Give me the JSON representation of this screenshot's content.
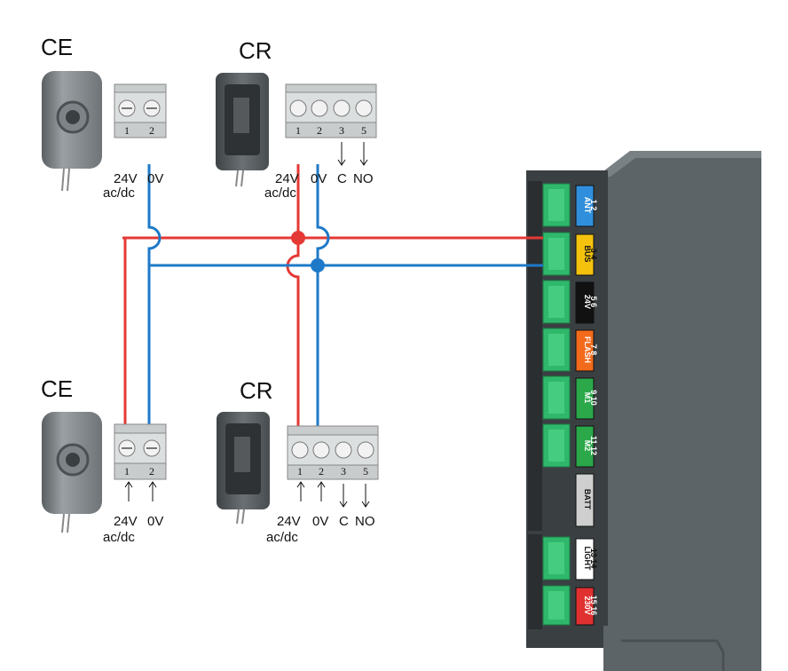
{
  "devices": {
    "ce_top": {
      "title": "CE",
      "terminals": [
        "1",
        "2"
      ],
      "signals": [
        "24V",
        "0V"
      ],
      "sub": "ac/dc"
    },
    "cr_top": {
      "title": "CR",
      "terminals": [
        "1",
        "2",
        "3",
        "5"
      ],
      "signals": [
        "24V",
        "0V",
        "C",
        "NO"
      ],
      "sub": "ac/dc"
    },
    "ce_bottom": {
      "title": "CE",
      "terminals": [
        "1",
        "2"
      ],
      "signals": [
        "24V",
        "0V"
      ],
      "sub": "ac/dc"
    },
    "cr_bottom": {
      "title": "CR",
      "terminals": [
        "1",
        "2",
        "3",
        "5"
      ],
      "signals": [
        "24V",
        "0V",
        "C",
        "NO"
      ],
      "sub": "ac/dc"
    }
  },
  "board": {
    "ports": [
      {
        "name": "ANT",
        "pins": "1 2",
        "color": "#2f8fdc",
        "text": "#ffffff"
      },
      {
        "name": "BUS",
        "pins": "3 4",
        "color": "#f4c20d",
        "text": "#111111"
      },
      {
        "name": "24V",
        "pins": "5 6",
        "color": "#111111",
        "text": "#ffffff"
      },
      {
        "name": "FLASH",
        "pins": "7 8",
        "color": "#f26a1b",
        "text": "#ffffff"
      },
      {
        "name": "M1",
        "pins": "9 10",
        "color": "#2aa84a",
        "text": "#ffffff"
      },
      {
        "name": "M2",
        "pins": "11 12",
        "color": "#2aa84a",
        "text": "#ffffff"
      },
      {
        "name": "BATT",
        "pins": "",
        "color": "#cfcfcf",
        "text": "#111111"
      },
      {
        "name": "LIGHT",
        "pins": "13 14",
        "color": "#ffffff",
        "text": "#111111"
      },
      {
        "name": "230V",
        "pins": "15 16",
        "color": "#e03030",
        "text": "#ffffff"
      }
    ]
  },
  "colors": {
    "positive_wire": "#e53935",
    "negative_wire": "#1e7ac8",
    "board": "#5d6468"
  }
}
